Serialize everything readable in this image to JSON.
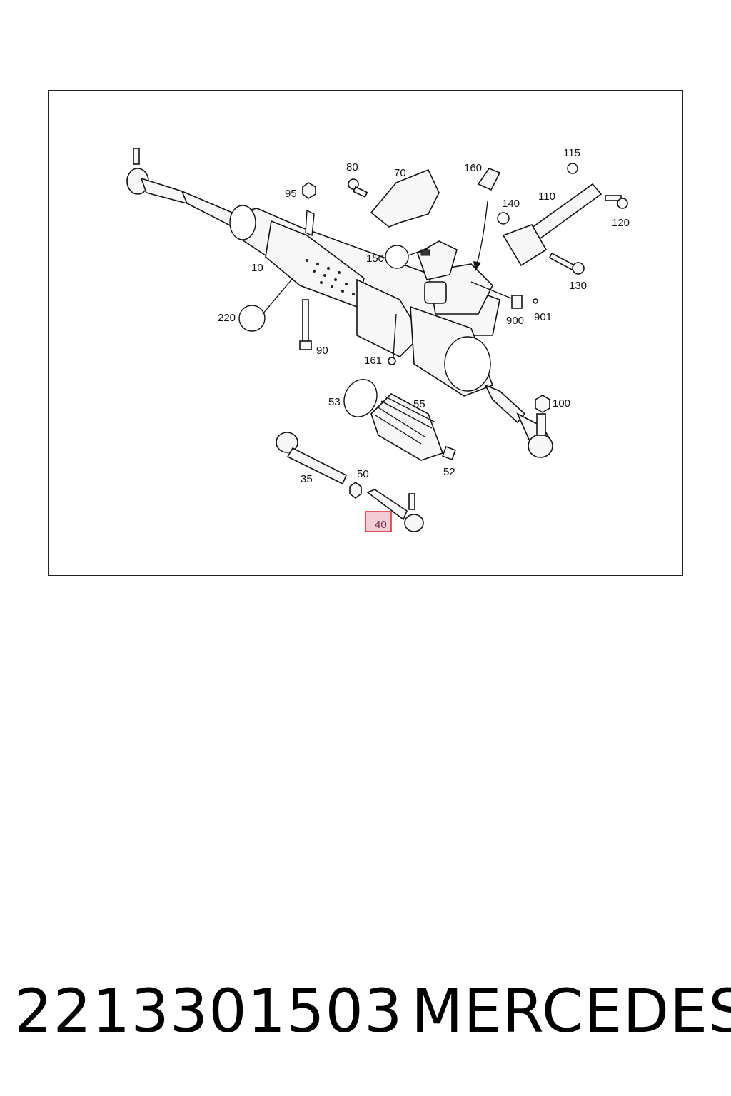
{
  "diagram": {
    "callouts": {
      "c10": "10",
      "c35": "35",
      "c40": "40",
      "c50": "50",
      "c52": "52",
      "c53": "53",
      "c55": "55",
      "c70": "70",
      "c80": "80",
      "c90": "90",
      "c95": "95",
      "c100": "100",
      "c110": "110",
      "c115": "115",
      "c120": "120",
      "c130": "130",
      "c140": "140",
      "c150": "150",
      "c160": "160",
      "c161": "161",
      "c220": "220",
      "c900": "900",
      "c901": "901"
    },
    "highlighted_callout": "40",
    "highlight_color": "#d8262f"
  },
  "footer": {
    "part_number": "2213301503",
    "brand": "MERCEDES"
  }
}
